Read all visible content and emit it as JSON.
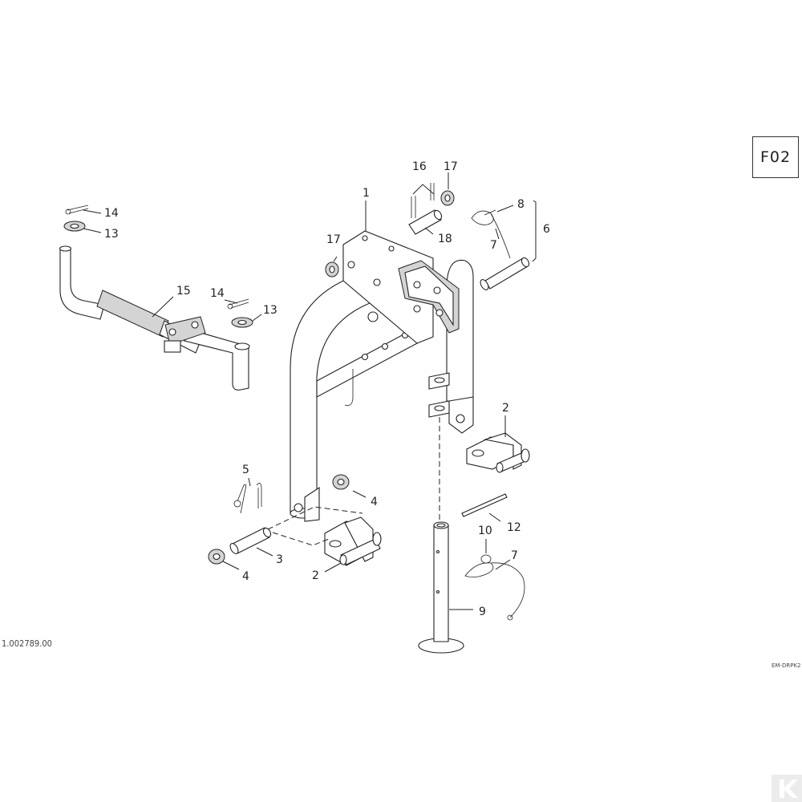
{
  "page_code": "F02",
  "doc_number": "1.002789.00",
  "drawing_code": "EM-DRPK2",
  "callouts": {
    "c1": "1",
    "c2a": "2",
    "c2b": "2",
    "c3": "3",
    "c4a": "4",
    "c4b": "4",
    "c5": "5",
    "c6": "6",
    "c7a": "7",
    "c7b": "7",
    "c8": "8",
    "c9": "9",
    "c10": "10",
    "c12": "12",
    "c13a": "13",
    "c13b": "13",
    "c14a": "14",
    "c14b": "14",
    "c15": "15",
    "c16": "16",
    "c17a": "17",
    "c17b": "17",
    "c18": "18"
  }
}
